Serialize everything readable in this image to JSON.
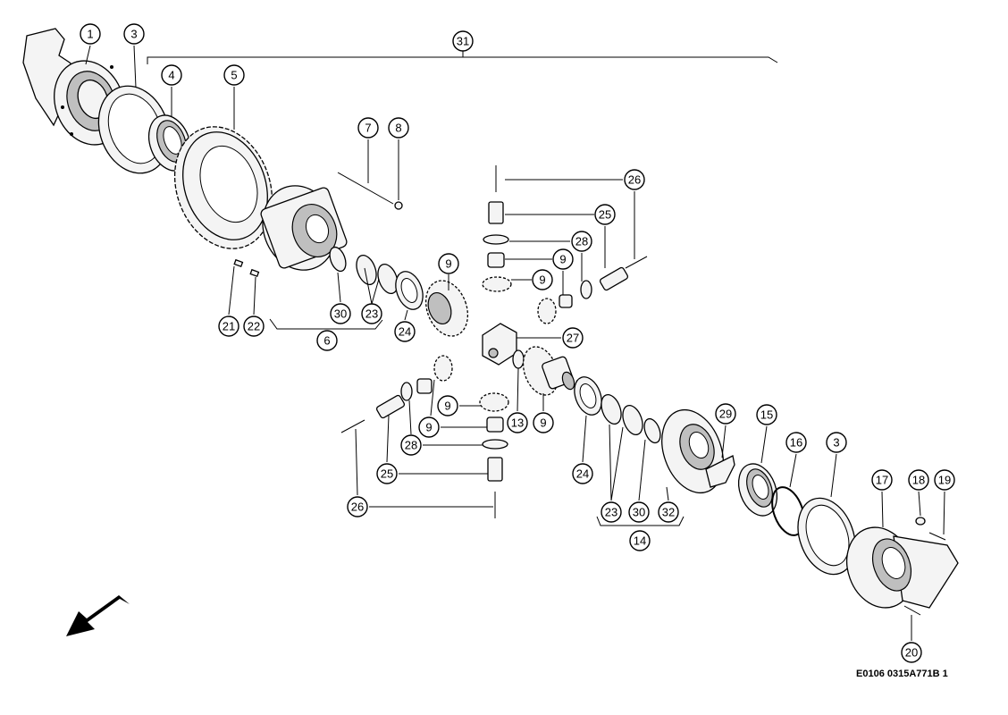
{
  "drawing_code": "E0106 0315A771B 1",
  "callouts": {
    "c1": "1",
    "c3a": "3",
    "c4": "4",
    "c5": "5",
    "c7": "7",
    "c8": "8",
    "c31": "31",
    "c26a": "26",
    "c25a": "25",
    "c28a": "28",
    "c9a": "9",
    "c9b": "9",
    "c9c": "9",
    "c27": "27",
    "c21": "21",
    "c22": "22",
    "c30a": "30",
    "c23a": "23",
    "c24a": "24",
    "c6": "6",
    "c13": "13",
    "c9d": "9",
    "c9e": "9",
    "c9f": "9",
    "c28b": "28",
    "c25b": "25",
    "c26b": "26",
    "c24b": "24",
    "c23b": "23",
    "c30b": "30",
    "c32": "32",
    "c14": "14",
    "c29": "29",
    "c15": "15",
    "c16": "16",
    "c3b": "3",
    "c17": "17",
    "c18": "18",
    "c19": "19",
    "c20": "20"
  },
  "icons": {
    "direction": "arrow-icon"
  }
}
